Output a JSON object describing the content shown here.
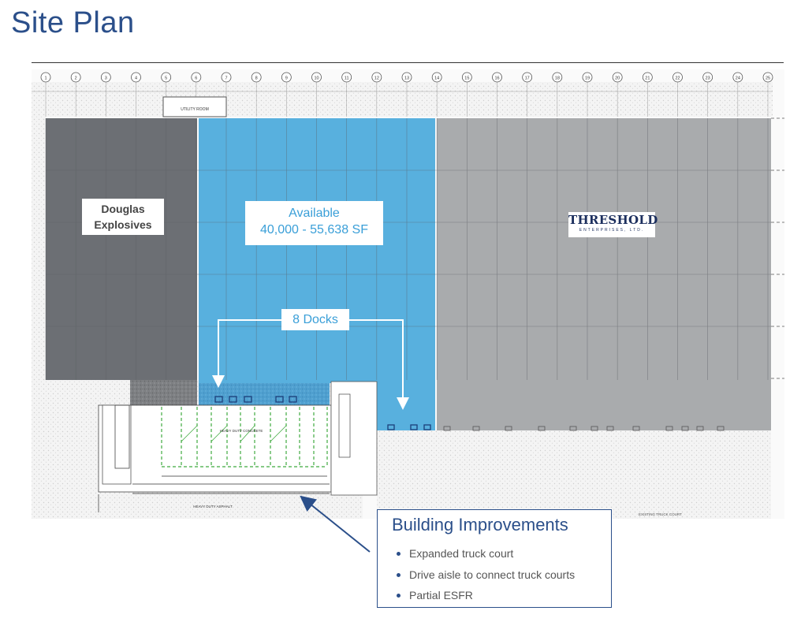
{
  "page": {
    "title": "Site Plan"
  },
  "plan": {
    "grid_labels": [
      "1",
      "2",
      "3",
      "4",
      "5",
      "6",
      "7",
      "8",
      "9",
      "10",
      "11",
      "12",
      "13",
      "14",
      "15",
      "16",
      "17",
      "18",
      "19",
      "20",
      "21",
      "22",
      "23",
      "24",
      "25"
    ],
    "utility_room_label": "UTILITY ROOM",
    "tenants": {
      "douglas": {
        "line1": "Douglas",
        "line2": "Explosives",
        "color": "#6c6f74"
      },
      "available": {
        "line1": "Available",
        "line2": "40,000 - 55,638 SF",
        "color": "#58b0de"
      },
      "threshold": {
        "logo_main": "THRESHOLD",
        "logo_sub": "ENTERPRISES, LTD.",
        "color": "#a9abad"
      }
    },
    "docks_label": "8 Docks",
    "notes": {
      "heavy_duty_concrete": "HEAVY DUTY CONCRETE",
      "heavy_duty_asphalt": "HEAVY DUTY ASPHALT",
      "existing_truck_court": "EXISTING TRUCK COURT"
    }
  },
  "improvements": {
    "title": "Building Improvements",
    "items": [
      "Expanded truck court",
      "Drive aisle to connect truck courts",
      "Partial ESFR"
    ]
  },
  "colors": {
    "title": "#2b4f8a",
    "accent_blue": "#58b0de",
    "arrow_navy": "#2b4f8a"
  }
}
